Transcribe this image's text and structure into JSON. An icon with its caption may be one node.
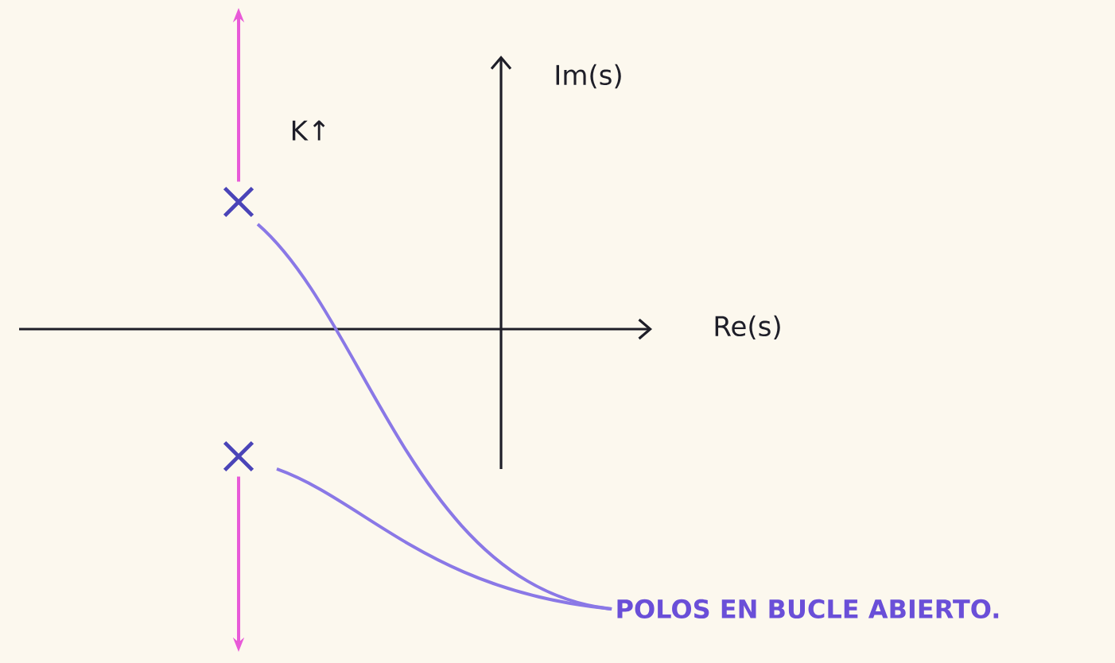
{
  "diagram": {
    "nodes": [
      {
        "text": [],
        "shape": "cross"
      },
      {
        "text": [],
        "shape": "cross"
      },
      {
        "text": [
          "POLOS EN BUCLE ABIERTO."
        ]
      }
    ],
    "edges": [
      {
        "from": 0,
        "to": null,
        "arrow": "to",
        "color": "#e85ad8"
      },
      {
        "from": 1,
        "to": null,
        "arrow": "to",
        "color": "#e85ad8"
      },
      {
        "from": 2,
        "to": 0,
        "arrow": "none",
        "color": "#8a78e6"
      },
      {
        "from": 2,
        "to": 1,
        "arrow": "none",
        "color": "#8a78e6"
      }
    ],
    "labels": [
      "K↑",
      "Im(s)",
      "Re(s)"
    ]
  }
}
